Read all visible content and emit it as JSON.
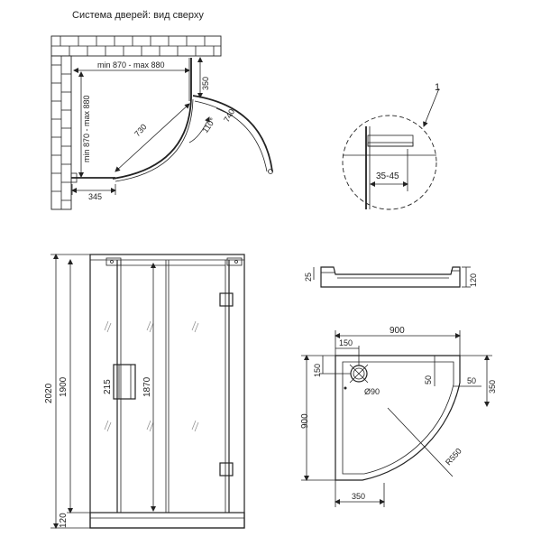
{
  "title": "Система дверей: вид сверху",
  "plan": {
    "width_range": "min 870 - max 880",
    "depth_range": "min 870 - max 880",
    "fixed_top": "350",
    "door_width": "730",
    "swing_angle": "110°",
    "radius_swing": "740",
    "bottom_offset": "345"
  },
  "detail": {
    "callout": "1",
    "gap_range": "35-45"
  },
  "front": {
    "total_height": "2020",
    "cabin_height": "1900",
    "door_height": "1870",
    "handle_height": "215",
    "tray_height": "120"
  },
  "tray_side": {
    "rim": "25",
    "height": "120"
  },
  "tray_top": {
    "width": "900",
    "depth": "900",
    "drain_x": "150",
    "drain_y": "150",
    "drain_diameter": "Ø90",
    "edge_a": "50",
    "edge_b": "50",
    "straight_side": "350",
    "straight_bottom": "350",
    "radius": "R550"
  }
}
